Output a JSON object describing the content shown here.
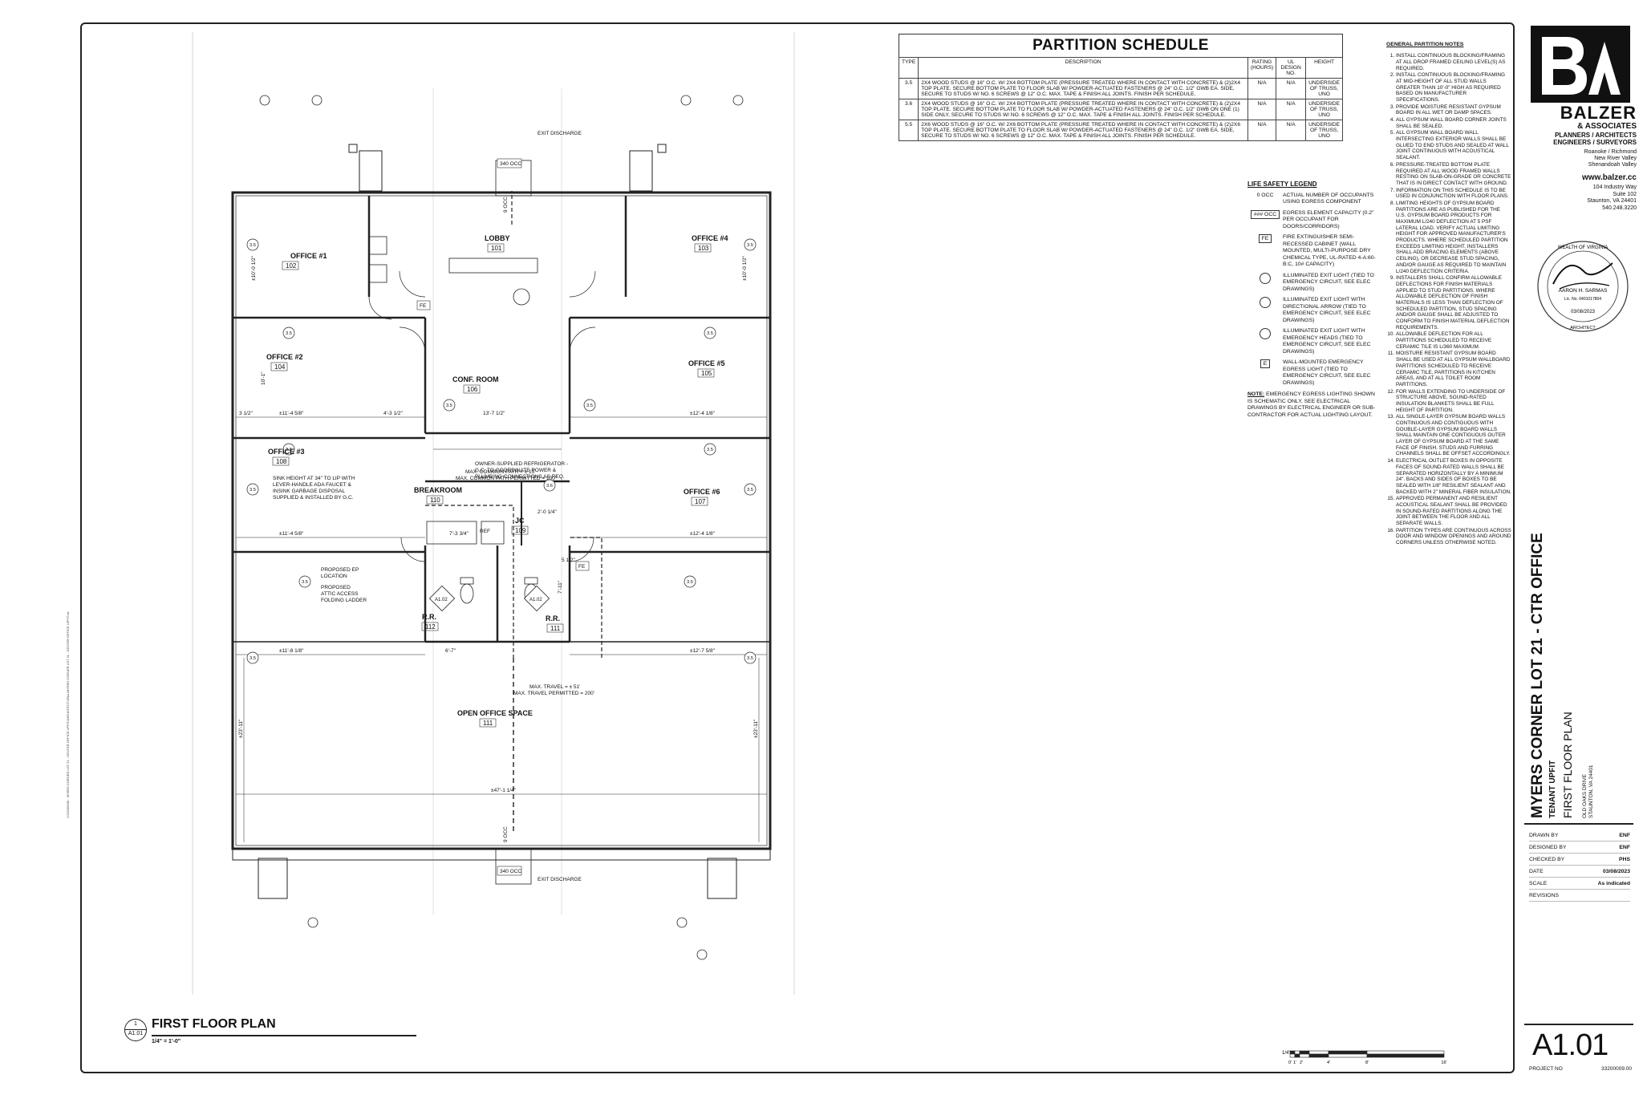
{
  "schedule": {
    "title": "PARTITION SCHEDULE",
    "headers": [
      "TYPE",
      "DESCRIPTION",
      "RATING (HOURS)",
      "UL DESIGN NO.",
      "HEIGHT"
    ],
    "rows": [
      {
        "type": "3.5",
        "desc": "2X4 WOOD STUDS @ 16\" O.C. W/ 2X4 BOTTOM PLATE (PRESSURE TREATED WHERE IN CONTACT WITH CONCRETE) & (2)2X4 TOP PLATE. SECURE BOTTOM PLATE TO FLOOR SLAB W/ POWDER-ACTUATED FASTENERS @ 24\" O.C. 1/2\" GWB EA. SIDE, SECURE TO STUDS W/ NO. 6 SCREWS @ 12\" O.C. MAX. TAPE & FINISH ALL JOINTS. FINISH PER SCHEDULE.",
        "rating": "N/A",
        "ul": "N/A",
        "height": "UNDERSIDE OF TRUSS, UNO"
      },
      {
        "type": "3.6",
        "desc": "2X4 WOOD STUDS @ 16\" O.C. W/ 2X4 BOTTOM PLATE (PRESSURE TREATED WHERE IN CONTACT WITH CONCRETE) & (2)2X4 TOP PLATE. SECURE BOTTOM PLATE TO FLOOR SLAB W/ POWDER-ACTUATED FASTENERS @ 24\" O.C. 1/2\" GWB ON ONE (1) SIDE ONLY, SECURE TO STUDS W/ NO. 6 SCREWS @ 12\" O.C. MAX. TAPE & FINISH ALL JOINTS. FINISH PER SCHEDULE.",
        "rating": "N/A",
        "ul": "N/A",
        "height": "UNDERSIDE OF TRUSS, UNO"
      },
      {
        "type": "5.5",
        "desc": "2X6 WOOD STUDS @ 16\" O.C. W/ 2X6 BOTTOM PLATE (PRESSURE TREATED WHERE IN CONTACT WITH CONCRETE) & (2)2X6 TOP PLATE. SECURE BOTTOM PLATE TO FLOOR SLAB W/ POWDER-ACTUATED FASTENERS @ 24\" O.C. 1/2\" GWB EA. SIDE, SECURE TO STUDS W/ NO. 6 SCREWS @ 12\" O.C. MAX. TAPE & FINISH ALL JOINTS. FINISH PER SCHEDULE.",
        "rating": "N/A",
        "ul": "N/A",
        "height": "UNDERSIDE OF TRUSS, UNO"
      }
    ]
  },
  "legend": {
    "title": "LIFE SAFETY LEGEND",
    "items": [
      {
        "sym": "0 OCC",
        "text": "ACTUAL NUMBER OF OCCUPANTS USING EGRESS COMPONENT"
      },
      {
        "sym": "### OCC",
        "text": "EGRESS ELEMENT CAPACITY (0.2\" PER OCCUPANT FOR DOORS/CORRIDORS)"
      },
      {
        "sym": "FE",
        "text": "FIRE EXTINGUISHER SEMI-RECESSED CABINET (WALL MOUNTED, MULTI-PURPOSE DRY CHEMICAL TYPE, UL-RATED 4-A:60-B:C, 10# CAPACITY)"
      },
      {
        "sym": "",
        "text": "ILLUMINATED EXIT LIGHT (TIED TO EMERGENCY CIRCUIT, SEE ELEC DRAWINGS)"
      },
      {
        "sym": "",
        "text": "ILLUMINATED EXIT LIGHT WITH DIRECTIONAL ARROW (TIED TO EMERGENCY CIRCUIT, SEE ELEC DRAWINGS)"
      },
      {
        "sym": "",
        "text": "ILLUMINATED EXIT LIGHT WITH EMERGENCY HEADS (TIED TO EMERGENCY CIRCUIT, SEE ELEC DRAWINGS)"
      },
      {
        "sym": "E",
        "text": "WALL-MOUNTED EMERGENCY EGRESS LIGHT (TIED TO EMERGENCY CIRCUIT, SEE ELEC DRAWINGS)"
      }
    ],
    "note_label": "NOTE:",
    "note": "EMERGENCY EGRESS LIGHTING SHOWN IS SCHEMATIC ONLY, SEE ELECTRICAL DRAWINGS BY ELECTRICAL ENGINEER OR SUB-CONTRACTOR FOR ACTUAL LIGHTING LAYOUT."
  },
  "notes": {
    "title": "GENERAL PARTITION NOTES",
    "items": [
      "INSTALL CONTINUOUS BLOCKING/FRAMING AT ALL DROP FRAMED CEILING LEVEL(S) AS REQUIRED.",
      "INSTALL CONTINUOUS BLOCKING/FRAMING AT MID-HEIGHT OF ALL STUD WALLS GREATER THAN 10'-0\" HIGH AS REQUIRED BASED ON MANUFACTURER SPECIFICATIONS.",
      "PROVIDE MOISTURE RESISTANT GYPSUM BOARD IN ALL WET OR DAMP SPACES.",
      "ALL GYPSUM WALL BOARD CORNER JOINTS SHALL BE SEALED.",
      "ALL GYPSUM WALL BOARD WALL INTERSECTING EXTERIOR WALLS SHALL BE GLUED TO END STUDS AND SEALED AT WALL JOINT CONTINUOUS WITH ACOUSTICAL SEALANT.",
      "PRESSURE-TREATED BOTTOM PLATE REQUIRED AT ALL WOOD FRAMED WALLS RESTING ON SLAB-ON-GRADE OR CONCRETE THAT IS IN DIRECT CONTACT WITH GROUND.",
      "INFORMATION ON THIS SCHEDULE IS TO BE USED IN CONJUNCTION WITH FLOOR PLANS.",
      "LIMITING HEIGHTS OF GYPSUM BOARD PARTITIONS ARE AS PUBLISHED FOR THE U.S. GYPSUM BOARD PRODUCTS FOR MAXIMUM L/240 DEFLECTION AT 5 PSF LATERAL LOAD. VERIFY ACTUAL LIMITING HEIGHT FOR APPROVED MANUFACTURER'S PRODUCTS. WHERE SCHEDULED PARTITION EXCEEDS LIMITING HEIGHT, INSTALLERS SHALL ADD BRACING ELEMENTS (ABOVE CEILING), OR DECREASE STUD SPACING, AND/OR GAUGE AS REQUIRED TO MAINTAIN L/240 DEFLECTION CRITERIA.",
      "INSTALLERS SHALL CONFIRM ALLOWABLE DEFLECTIONS FOR FINISH MATERIALS APPLIED TO STUD PARTITIONS. WHERE ALLOWABLE DEFLECTION OF FINISH MATERIALS IS LESS THAN DEFLECTION OF SCHEDULED PARTITION, STUD SPACING AND/OR GAUGE SHALL BE ADJUSTED TO CONFORM TO FINISH MATERIAL DEFLECTION REQUIREMENTS.",
      "ALLOWABLE DEFLECTION FOR ALL PARTITIONS SCHEDULED TO RECEIVE CERAMIC TILE IS L/360 MAXIMUM.",
      "MOISTURE RESISTANT GYPSUM BOARD SHALL BE USED AT ALL GYPSUM WALLBOARD PARTITIONS SCHEDULED TO RECEIVE CERAMIC TILE, PARTITIONS IN KITCHEN AREAS, AND AT ALL TOILET ROOM PARTITIONS.",
      "FOR WALLS EXTENDING TO UNDERSIDE OF STRUCTURE ABOVE, SOUND-RATED INSULATION BLANKETS SHALL BE FULL HEIGHT OF PARTITION.",
      "ALL SINGLE-LAYER GYPSUM BOARD WALLS CONTINUOUS AND CONTIGUOUS WITH DOUBLE-LAYER GYPSUM BOARD WALLS SHALL MAINTAIN ONE CONTIGUOUS OUTER LAYER OF GYPSUM BOARD AT THE SAME FACE OF FINISH. STUDS AND FURRING CHANNELS SHALL BE OFFSET ACCORDINGLY.",
      "ELECTRICAL OUTLET BOXES IN OPPOSITE FACES OF SOUND-RATED WALLS SHALL BE SEPARATED HORIZONTALLY BY A MINIMUM 24\". BACKS AND SIDES OF BOXES TO BE SEALED WITH 1/8\" RESILIENT SEALANT AND BACKED WITH 2\" MINERAL FIBER INSULATION.",
      "APPROVED PERMANENT AND RESILIENT ACOUSTICAL SEALANT SHALL BE PROVIDED IN SOUND-RATED PARTITIONS ALONG THE JOINT BETWEEN THE FLOOR AND ALL SEPARATE WALLS.",
      "PARTITION TYPES ARE CONTINUOUS ACROSS DOOR AND WINDOW OPENINGS AND AROUND CORNERS UNLESS OTHERWISE NOTED."
    ]
  },
  "firm": {
    "name": "BALZER",
    "sub": "& ASSOCIATES",
    "svc1": "PLANNERS / ARCHITECTS",
    "svc2": "ENGINEERS / SURVEYORS",
    "off1": "Roanoke / Richmond",
    "off2": "New River Valley",
    "off3": "Shenandoah Valley",
    "web": "www.balzer.cc",
    "addr1": "104 Industry Way",
    "addr2": "Suite 102",
    "addr3": "Staunton, VA 24401",
    "phone": "540.248.3220"
  },
  "seal": {
    "top": "WEALTH OF VIRGINIA",
    "name": "AARON H. SARMAS",
    "lic": "Lic. No. 0401017804",
    "date": "03/08/2023",
    "bottom": "ARCHITECT"
  },
  "project": {
    "title": "MYERS CORNER LOT 21 - CTR OFFICE",
    "subtitle": "TENANT UPFIT",
    "sheet_title": "FIRST FLOOR PLAN",
    "addr1": "OLD OAKS DRIVE",
    "addr2": "STAUNTON, VA 24401"
  },
  "meta": [
    {
      "label": "DRAWN BY",
      "value": "ENF"
    },
    {
      "label": "DESIGNED BY",
      "value": "ENF"
    },
    {
      "label": "CHECKED BY",
      "value": "PHS"
    },
    {
      "label": "DATE",
      "value": "03/08/2023"
    },
    {
      "label": "SCALE",
      "value": "As indicated"
    },
    {
      "label": "REVISIONS",
      "value": ""
    }
  ],
  "sheet": {
    "number": "A1.01",
    "proj_label": "PROJECT NO",
    "proj_no": "33200009.00"
  },
  "drawing": {
    "num": "1",
    "sheet": "A1.01",
    "title": "FIRST FLOOR PLAN",
    "scale": "1/4\" = 1'-0\""
  },
  "barscale": {
    "label": "1/4\"",
    "ticks": [
      "0'",
      "1'",
      "2'",
      "4'",
      "8'",
      "16'"
    ]
  },
  "sidefile": "J:\\33200009 - MYERS CORNER LOT 21 - CENTER OFFICE UPFIT\\ARCHITECTURAL\\MYERS CORNER LOT 21 - CENTER OFFICE UPFIT.rvt",
  "plan": {
    "rooms": [
      {
        "name": "OFFICE #1",
        "num": "102"
      },
      {
        "name": "LOBBY",
        "num": "101"
      },
      {
        "name": "OFFICE #4",
        "num": "103"
      },
      {
        "name": "OFFICE #2",
        "num": "104"
      },
      {
        "name": "CONF. ROOM",
        "num": "106"
      },
      {
        "name": "OFFICE #5",
        "num": "105"
      },
      {
        "name": "OFFICE #3",
        "num": "108"
      },
      {
        "name": "BREAKROOM",
        "num": "110"
      },
      {
        "name": "JC",
        "num": "109"
      },
      {
        "name": "OFFICE #6",
        "num": "107"
      },
      {
        "name": "R.R.",
        "num": "112"
      },
      {
        "name": "R.R.",
        "num": "111"
      },
      {
        "name": "OPEN OFFICE SPACE",
        "num": "111"
      }
    ],
    "exit_discharge": "EXIT DISCHARGE",
    "occ_cap": "340 OCC",
    "occ_actual": "9 OCC",
    "fe": "FE",
    "ref": "REF",
    "a102": "A1.02",
    "tag35": "3.5",
    "tag36": "3.6",
    "common_path": "MAX. COMMON PATH = ± 15'",
    "common_path_permitted": "MAX. COMMON PATH PERMITTED = 100'",
    "travel": "MAX. TRAVEL = ± 51'",
    "travel_permitted": "MAX. TRAVEL PERMITTED = 200'",
    "note_fridge1": "OWNER-SUPPLIED REFRIGERATOR -",
    "note_fridge2": "G.C. TO COORDINATE POWER &",
    "note_fridge3": "PLUMBING CONNECTIONS AS REQ.",
    "note_sink1": "SINK HEIGHT AT 34\" TO LIP WITH",
    "note_sink2": "LEVER-HANDLE ADA FAUCET &",
    "note_sink3": "INSINK GARBAGE DISPOSAL",
    "note_sink4": "SUPPLIED & INSTALLED BY G.C.",
    "note_ep1": "PROPOSED EP",
    "note_ep2": "LOCATION",
    "note_attic1": "PROPOSED",
    "note_attic2": "ATTIC ACCESS",
    "note_attic3": "FOLDING LADDER",
    "dims": {
      "d1": "±11'-4 5/8\"",
      "d2": "3 1/2\"",
      "d3": "4'-3 1/2\"",
      "d4": "13'-7 1/2\"",
      "d5": "±12'-4 1/8\"",
      "d6": "7'-3 3/4\"",
      "d7": "±11'-8 1/8\"",
      "d8": "6'-7\"",
      "d9": "±12'-7 5/8\"",
      "d10": "±47'-1 1/4\"",
      "d11": "±23'-11\"",
      "d12": "±10'-0 1/2\"",
      "d13": "10'-1\"",
      "d14": "5 1/2\"",
      "d15": "2'-0 1/4\"",
      "d16": "7'-11\""
    }
  }
}
